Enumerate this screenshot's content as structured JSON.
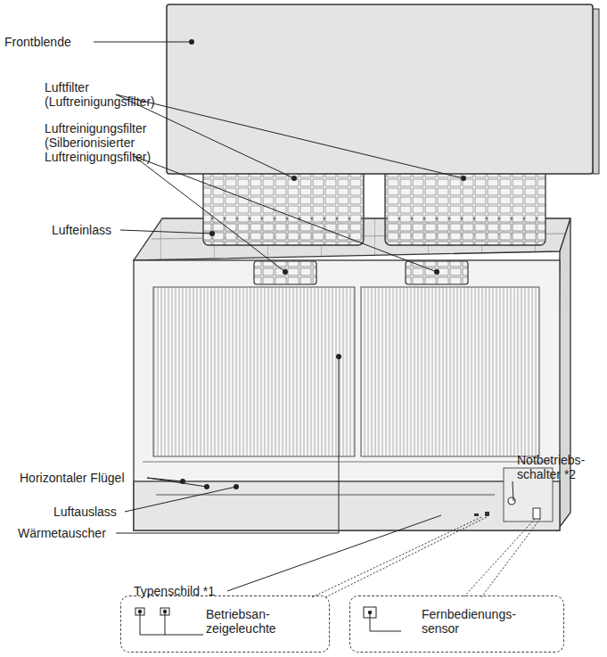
{
  "diagram": {
    "nodes": [
      {
        "text": [
          "Betriebsan- zeigeleuchte"
        ]
      },
      {
        "text": [
          "Fernbedienungs- sensor"
        ]
      }
    ],
    "labels": [
      "Frontblende",
      "Luftfilter (Luftreinigungsfilter)",
      "Luftreinigungsfilter (Silberionisierter Luftreinigungsfilter)",
      "Lufteinlass",
      "Horizontaler Flügel",
      "Luftauslass",
      "Wärmetauscher",
      "Typenschild *1",
      "Notbetriebs- schalter *2"
    ]
  }
}
